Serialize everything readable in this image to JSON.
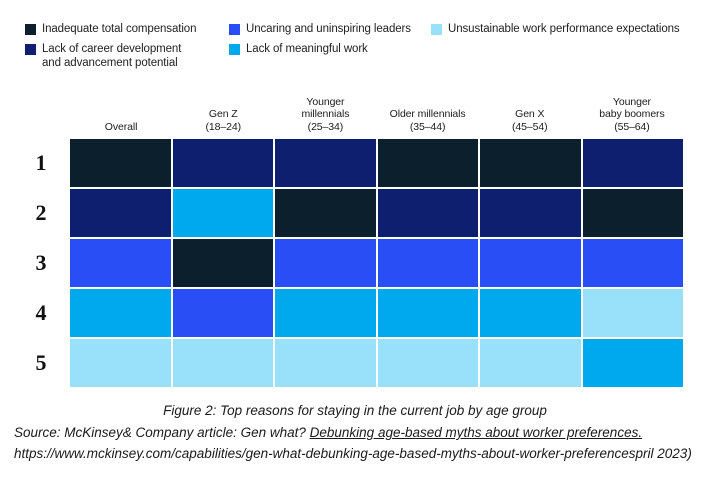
{
  "legend": {
    "items": [
      {
        "label": "Inadequate total compensation",
        "color": "#0b1f2d",
        "key": "inadequate-total-compensation"
      },
      {
        "label": "Lack of career development\nand advancement potential",
        "color": "#0d1f6e",
        "key": "lack-of-career-development"
      },
      {
        "label": "Uncaring and uninspiring leaders",
        "color": "#2a4ef5",
        "key": "uncaring-uninspiring-leaders"
      },
      {
        "label": "Lack of meaningful work",
        "color": "#00a8ee",
        "key": "lack-of-meaningful-work"
      },
      {
        "label": "Unsustainable work performance expectations",
        "color": "#99e0fb",
        "key": "unsustainable-work-performance-expectations"
      }
    ]
  },
  "chart_data": {
    "type": "heatmap",
    "title": "Figure 2: Top reasons for staying in the current job by age group",
    "xlabel": "",
    "ylabel": "",
    "legend_position": "top",
    "grid": false,
    "categories": [
      "Overall",
      "Gen Z\n(18–24)",
      "Younger\nmillennials\n(25–34)",
      "Older millennials\n(35–44)",
      "Gen X\n(45–54)",
      "Younger\nbaby boomers\n(55–64)"
    ],
    "row_labels": [
      "1",
      "2",
      "3",
      "4",
      "5"
    ],
    "color_map": {
      "inadequate-total-compensation": "#0b1f2d",
      "lack-of-career-development": "#0d1f6e",
      "uncaring-uninspiring-leaders": "#2a4ef5",
      "lack-of-meaningful-work": "#00a8ee",
      "unsustainable-work-performance-expectations": "#99e0fb"
    },
    "rows": [
      {
        "rank": "1",
        "cells": [
          {
            "column": "Overall",
            "reason": "Inadequate total compensation",
            "key": "inadequate-total-compensation",
            "color": "#0b1f2d"
          },
          {
            "column": "Gen Z (18–24)",
            "reason": "Lack of career development and advancement potential",
            "key": "lack-of-career-development",
            "color": "#0d1f6e"
          },
          {
            "column": "Younger millennials (25–34)",
            "reason": "Lack of career development and advancement potential",
            "key": "lack-of-career-development",
            "color": "#0d1f6e"
          },
          {
            "column": "Older millennials (35–44)",
            "reason": "Inadequate total compensation",
            "key": "inadequate-total-compensation",
            "color": "#0b1f2d"
          },
          {
            "column": "Gen X (45–54)",
            "reason": "Inadequate total compensation",
            "key": "inadequate-total-compensation",
            "color": "#0b1f2d"
          },
          {
            "column": "Younger baby boomers (55–64)",
            "reason": "Lack of career development and advancement potential",
            "key": "lack-of-career-development",
            "color": "#0d1f6e"
          }
        ]
      },
      {
        "rank": "2",
        "cells": [
          {
            "column": "Overall",
            "reason": "Lack of career development and advancement potential",
            "key": "lack-of-career-development",
            "color": "#0d1f6e"
          },
          {
            "column": "Gen Z (18–24)",
            "reason": "Lack of meaningful work",
            "key": "lack-of-meaningful-work",
            "color": "#00a8ee"
          },
          {
            "column": "Younger millennials (25–34)",
            "reason": "Inadequate total compensation",
            "key": "inadequate-total-compensation",
            "color": "#0b1f2d"
          },
          {
            "column": "Older millennials (35–44)",
            "reason": "Lack of career development and advancement potential",
            "key": "lack-of-career-development",
            "color": "#0d1f6e"
          },
          {
            "column": "Gen X (45–54)",
            "reason": "Lack of career development and advancement potential",
            "key": "lack-of-career-development",
            "color": "#0d1f6e"
          },
          {
            "column": "Younger baby boomers (55–64)",
            "reason": "Inadequate total compensation",
            "key": "inadequate-total-compensation",
            "color": "#0b1f2d"
          }
        ]
      },
      {
        "rank": "3",
        "cells": [
          {
            "column": "Overall",
            "reason": "Uncaring and uninspiring leaders",
            "key": "uncaring-uninspiring-leaders",
            "color": "#2a4ef5"
          },
          {
            "column": "Gen Z (18–24)",
            "reason": "Inadequate total compensation",
            "key": "inadequate-total-compensation",
            "color": "#0b1f2d"
          },
          {
            "column": "Younger millennials (25–34)",
            "reason": "Uncaring and uninspiring leaders",
            "key": "uncaring-uninspiring-leaders",
            "color": "#2a4ef5"
          },
          {
            "column": "Older millennials (35–44)",
            "reason": "Uncaring and uninspiring leaders",
            "key": "uncaring-uninspiring-leaders",
            "color": "#2a4ef5"
          },
          {
            "column": "Gen X (45–54)",
            "reason": "Uncaring and uninspiring leaders",
            "key": "uncaring-uninspiring-leaders",
            "color": "#2a4ef5"
          },
          {
            "column": "Younger baby boomers (55–64)",
            "reason": "Uncaring and uninspiring leaders",
            "key": "uncaring-uninspiring-leaders",
            "color": "#2a4ef5"
          }
        ]
      },
      {
        "rank": "4",
        "cells": [
          {
            "column": "Overall",
            "reason": "Lack of meaningful work",
            "key": "lack-of-meaningful-work",
            "color": "#00a8ee"
          },
          {
            "column": "Gen Z (18–24)",
            "reason": "Uncaring and uninspiring leaders",
            "key": "uncaring-uninspiring-leaders",
            "color": "#2a4ef5"
          },
          {
            "column": "Younger millennials (25–34)",
            "reason": "Lack of meaningful work",
            "key": "lack-of-meaningful-work",
            "color": "#00a8ee"
          },
          {
            "column": "Older millennials (35–44)",
            "reason": "Lack of meaningful work",
            "key": "lack-of-meaningful-work",
            "color": "#00a8ee"
          },
          {
            "column": "Gen X (45–54)",
            "reason": "Lack of meaningful work",
            "key": "lack-of-meaningful-work",
            "color": "#00a8ee"
          },
          {
            "column": "Younger baby boomers (55–64)",
            "reason": "Unsustainable work performance expectations",
            "key": "unsustainable-work-performance-expectations",
            "color": "#99e0fb"
          }
        ]
      },
      {
        "rank": "5",
        "cells": [
          {
            "column": "Overall",
            "reason": "Unsustainable work performance expectations",
            "key": "unsustainable-work-performance-expectations",
            "color": "#99e0fb"
          },
          {
            "column": "Gen Z (18–24)",
            "reason": "Unsustainable work performance expectations",
            "key": "unsustainable-work-performance-expectations",
            "color": "#99e0fb"
          },
          {
            "column": "Younger millennials (25–34)",
            "reason": "Unsustainable work performance expectations",
            "key": "unsustainable-work-performance-expectations",
            "color": "#99e0fb"
          },
          {
            "column": "Older millennials (35–44)",
            "reason": "Unsustainable work performance expectations",
            "key": "unsustainable-work-performance-expectations",
            "color": "#99e0fb"
          },
          {
            "column": "Gen X (45–54)",
            "reason": "Unsustainable work performance expectations",
            "key": "unsustainable-work-performance-expectations",
            "color": "#99e0fb"
          },
          {
            "column": "Younger baby boomers (55–64)",
            "reason": "Lack of meaningful work",
            "key": "lack-of-meaningful-work",
            "color": "#00a8ee"
          }
        ]
      }
    ]
  },
  "caption": {
    "figure_title": "Figure 2: Top reasons for staying in the current job by age group",
    "source_prefix": "Source: McKinsey& Company article: Gen what? ",
    "source_link_text": "Debunking age-based myths about worker preferences.",
    "source_url_text": " https://www.mckinsey.com/capabilities/gen-what-debunking-age-based-myths-about-worker-preferencespril 2023)"
  }
}
